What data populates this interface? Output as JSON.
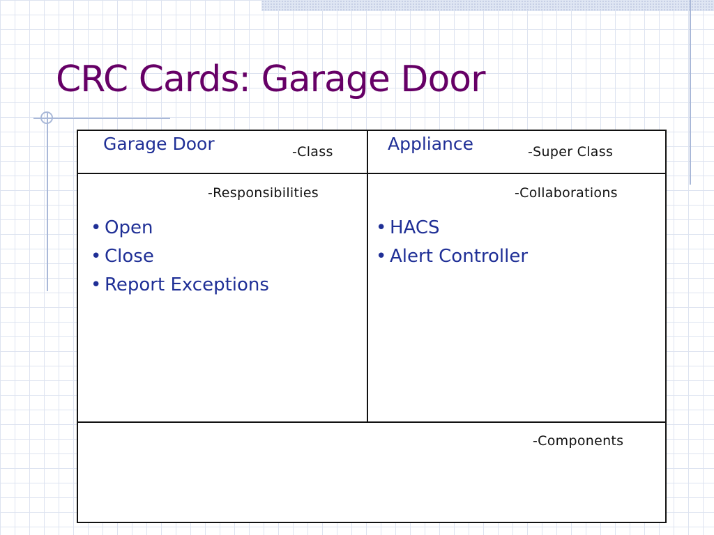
{
  "slide": {
    "title": "CRC Cards: Garage Door"
  },
  "card": {
    "class_name": "Garage Door",
    "class_label": "-Class",
    "super_class_name": "Appliance",
    "super_class_label": "-Super Class",
    "responsibilities_label": "-Responsibilities",
    "responsibilities": [
      "Open",
      "Close",
      "Report Exceptions"
    ],
    "collaborations_label": "-Collaborations",
    "collaborations": [
      "HACS",
      "Alert Controller"
    ],
    "components_label": "-Components"
  },
  "bullet_symbol": "•",
  "colors": {
    "title": "#660066",
    "card_text": "#1f2f96",
    "card_border": "#111111",
    "grid": "#dde3f0",
    "accent_lines": "#a9b8d8"
  }
}
